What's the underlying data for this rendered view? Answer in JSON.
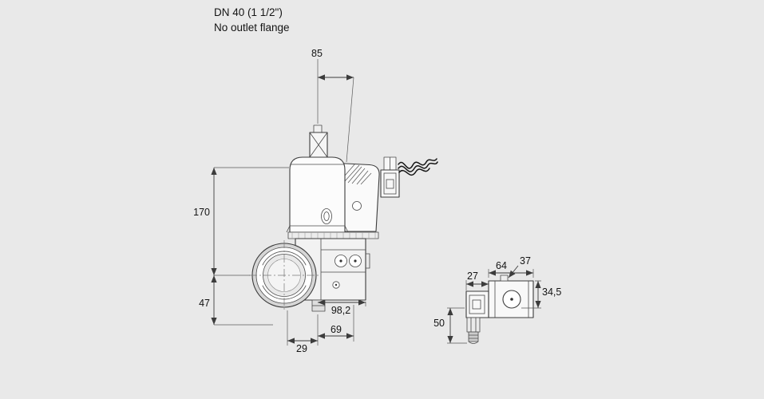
{
  "title": {
    "line1": "DN 40 (1 1/2\")",
    "line2": "No outlet flange"
  },
  "front": {
    "dim85": "85",
    "dim170": "170",
    "dim47": "47",
    "dim98_2": "98,2",
    "dim29": "29",
    "dim69": "69"
  },
  "side": {
    "dim27": "27",
    "dim64": "64",
    "dim37": "37",
    "dim34_5": "34,5",
    "dim50": "50"
  },
  "colors": {
    "background": "#e9e9e9",
    "line": "#3c3c3c",
    "text": "#141414"
  }
}
